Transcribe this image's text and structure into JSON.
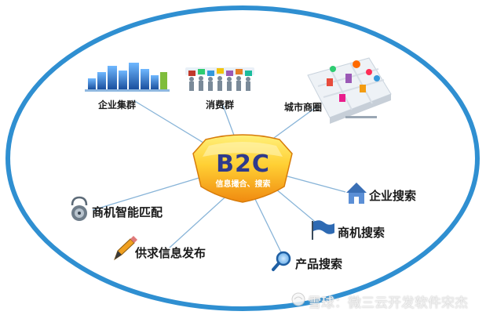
{
  "center": {
    "title": "B2C",
    "subtitle": "信息撮合、搜索"
  },
  "nodes": {
    "enterprise_cluster": "企业集群",
    "consumer_group": "消费群",
    "city_business_circle": "城市商圈",
    "enterprise_search": "企业搜索",
    "business_search": "商机搜索",
    "product_search": "产品搜索",
    "supply_demand_publish": "供求信息发布",
    "smart_matching": "商机智能匹配"
  },
  "watermark": "雪球：微三云开发软件宋杰",
  "colors": {
    "ellipse_border": "#2f8fd1",
    "hub_gradient_top": "#ffe35a",
    "hub_gradient_bottom": "#f39a13",
    "connector": "#88b4d8",
    "title": "#2e3a8c"
  }
}
